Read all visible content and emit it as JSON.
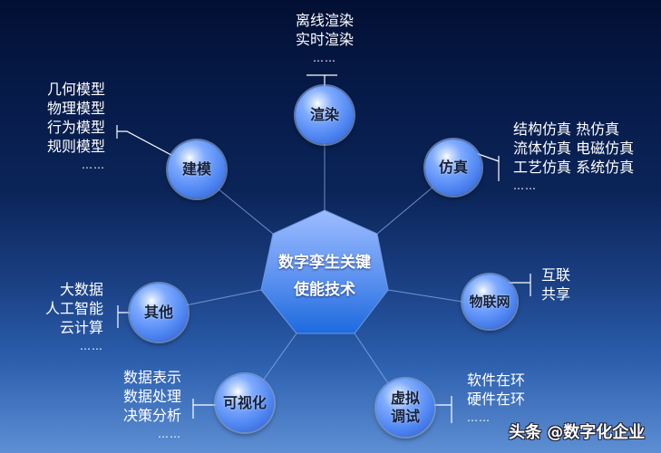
{
  "center": {
    "line1": "数字孪生关键",
    "line2": "使能技术"
  },
  "nodes": {
    "render": {
      "label": "渲染",
      "items": [
        "离线渲染",
        "实时渲染",
        "……"
      ]
    },
    "modeling": {
      "label": "建模",
      "items": [
        "几何模型",
        "物理模型",
        "行为模型",
        "规则模型",
        "……"
      ]
    },
    "simulation": {
      "label": "仿真",
      "items": [
        "结构仿真 热仿真",
        "流体仿真 电磁仿真",
        "工艺仿真 系统仿真",
        "……"
      ]
    },
    "iot": {
      "label": "物联网",
      "items": [
        "互联",
        "共享"
      ]
    },
    "other": {
      "label": "其他",
      "items": [
        "大数据",
        "人工智能",
        "云计算",
        "……"
      ]
    },
    "visualization": {
      "label": "可视化",
      "items": [
        "数据表示",
        "数据处理",
        "决策分析",
        "……"
      ]
    },
    "virtual_debug": {
      "label_line1": "虚拟",
      "label_line2": "调试",
      "items": [
        "软件在环",
        "硬件在环",
        "……"
      ]
    }
  },
  "watermark": "头条 @数字化企业",
  "colors": {
    "bg_top": "#020f33",
    "bg_bottom": "#5e8fd4",
    "node_blue": "#4f86f2",
    "heptagon_top": "#8fb2ff",
    "heptagon_bottom": "#1f6fe0"
  }
}
